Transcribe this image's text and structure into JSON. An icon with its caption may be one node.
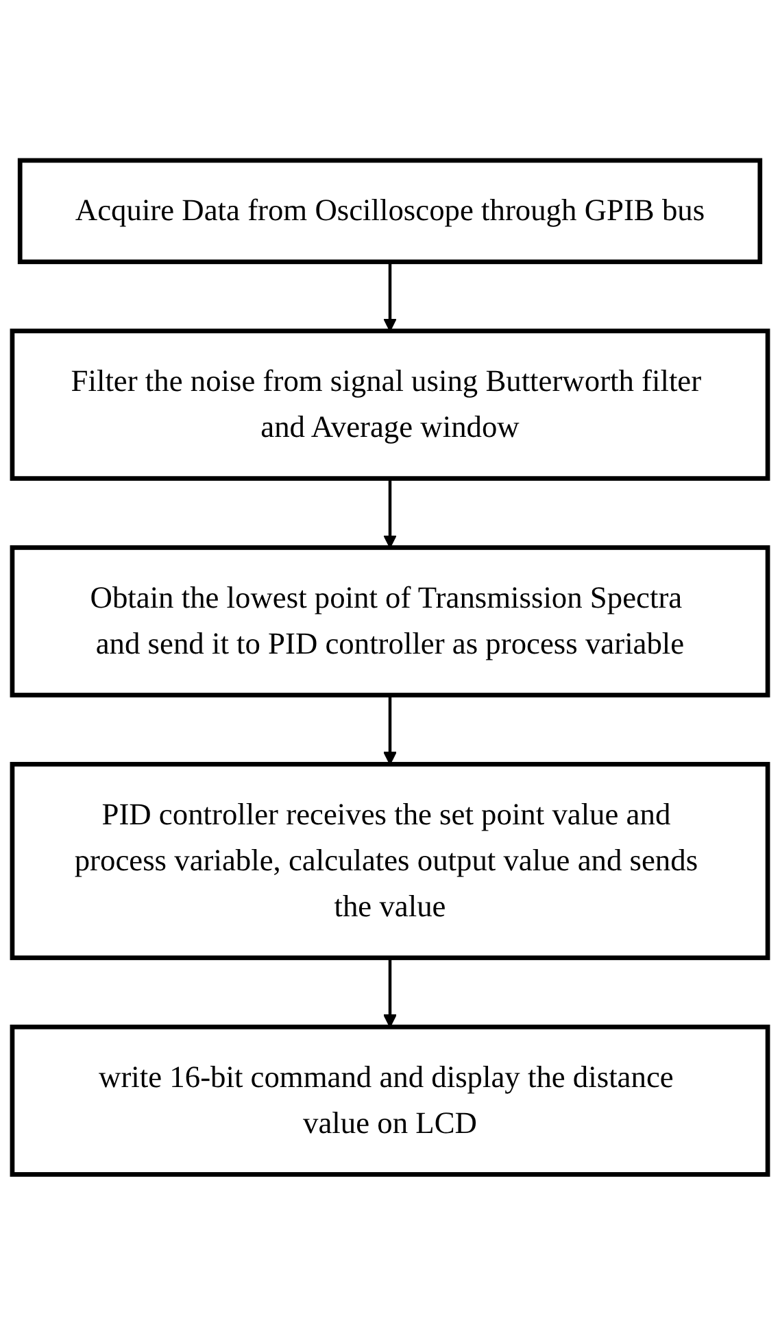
{
  "diagram": {
    "nodes": [
      {
        "text": [
          "Acquire Data from Oscilloscope through GPIB bus"
        ]
      },
      {
        "text": [
          "Filter the noise from signal using Butterworth filter and Average window"
        ]
      },
      {
        "text": [
          "Obtain the lowest point of Transmission Spectra and send it to PID controller as process variable"
        ]
      },
      {
        "text": [
          "PID controller receives the set point value and process variable, calculates output value and sends the value"
        ]
      },
      {
        "text": [
          "write 16-bit command and display the distance value on LCD"
        ]
      }
    ],
    "edges": [
      {
        "from": 0,
        "to": 1,
        "arrow": "to"
      },
      {
        "from": 1,
        "to": 2,
        "arrow": "to"
      },
      {
        "from": 2,
        "to": 3,
        "arrow": "to"
      },
      {
        "from": 3,
        "to": 4,
        "arrow": "to"
      }
    ]
  }
}
